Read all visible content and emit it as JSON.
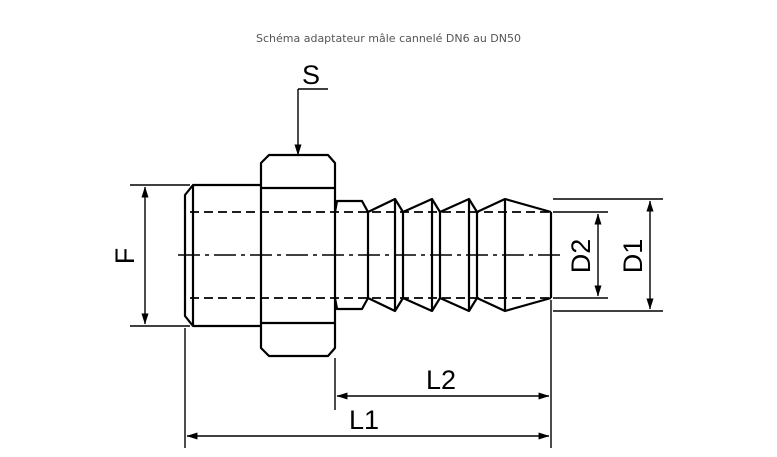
{
  "caption": "Schéma adaptateur mâle cannelé DN6 au DN50",
  "labels": {
    "s": "S",
    "f": "F",
    "d1": "D1",
    "d2": "D2",
    "l1": "L1",
    "l2": "L2"
  },
  "colors": {
    "stroke": "#000000",
    "caption": "#555555",
    "background": "#ffffff"
  }
}
